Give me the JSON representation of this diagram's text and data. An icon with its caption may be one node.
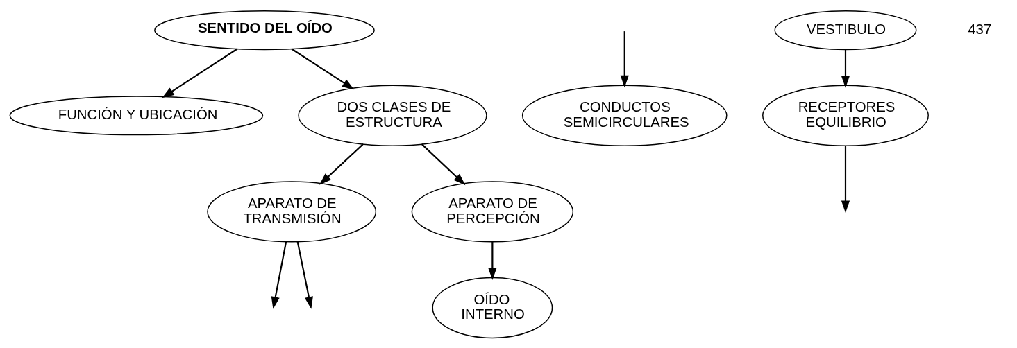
{
  "diagram": {
    "nodes": [
      {
        "text": [
          "SENTIDO DEL OÍDO"
        ]
      },
      {
        "text": [
          "FUNCIÓN Y UBICACIÓN"
        ]
      },
      {
        "text": [
          "DOS CLASES DE ESTRUCTURA"
        ]
      },
      {
        "text": [
          "APARATO DE TRANSMISIÓN"
        ]
      },
      {
        "text": [
          "APARATO DE PERCEPCIÓN"
        ]
      },
      {
        "text": [
          "OÍDO INTERNO"
        ]
      },
      {
        "text": [
          "CONDUCTOS SEMICIRCULARES"
        ]
      },
      {
        "text": [
          "RECEPTORES EQUILIBRIO"
        ]
      },
      {
        "text": [
          "VESTIBULO"
        ]
      }
    ],
    "edges": [
      {
        "from": 0,
        "to": 2,
        "arrow": "to"
      },
      {
        "from": 0,
        "to": 1,
        "arrow": "to"
      },
      {
        "from": 2,
        "to": 3,
        "arrow": "to"
      },
      {
        "from": 2,
        "to": 4,
        "arrow": "to"
      },
      {
        "from": 4,
        "to": 5,
        "arrow": "to"
      },
      {
        "from": 3,
        "to": null,
        "arrow": "to"
      },
      {
        "from": 3,
        "to": null,
        "arrow": "to"
      },
      {
        "from": null,
        "to": 6,
        "arrow": "to"
      },
      {
        "from": 8,
        "to": 7,
        "arrow": "to"
      },
      {
        "from": 7,
        "to": null,
        "arrow": "to"
      }
    ],
    "labels": [
      "437"
    ]
  }
}
